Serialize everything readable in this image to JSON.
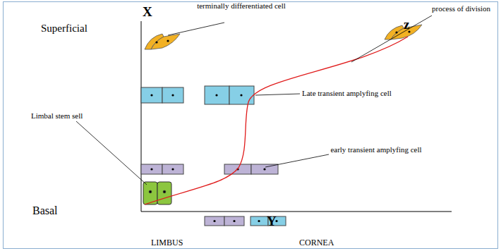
{
  "diagram": {
    "nodes": [
      {
        "text": [
          "LIMBUS"
        ]
      },
      {
        "text": [
          "CORNEA"
        ],
        "in": 0
      }
    ],
    "labels": [
      "X",
      "Y",
      "z",
      "Superficial",
      "Basal",
      "terminally differentiated cell",
      "process of division",
      "Late transient amplyfing cell",
      "early transient amplyfing cell",
      "Limbal stem sell"
    ]
  }
}
